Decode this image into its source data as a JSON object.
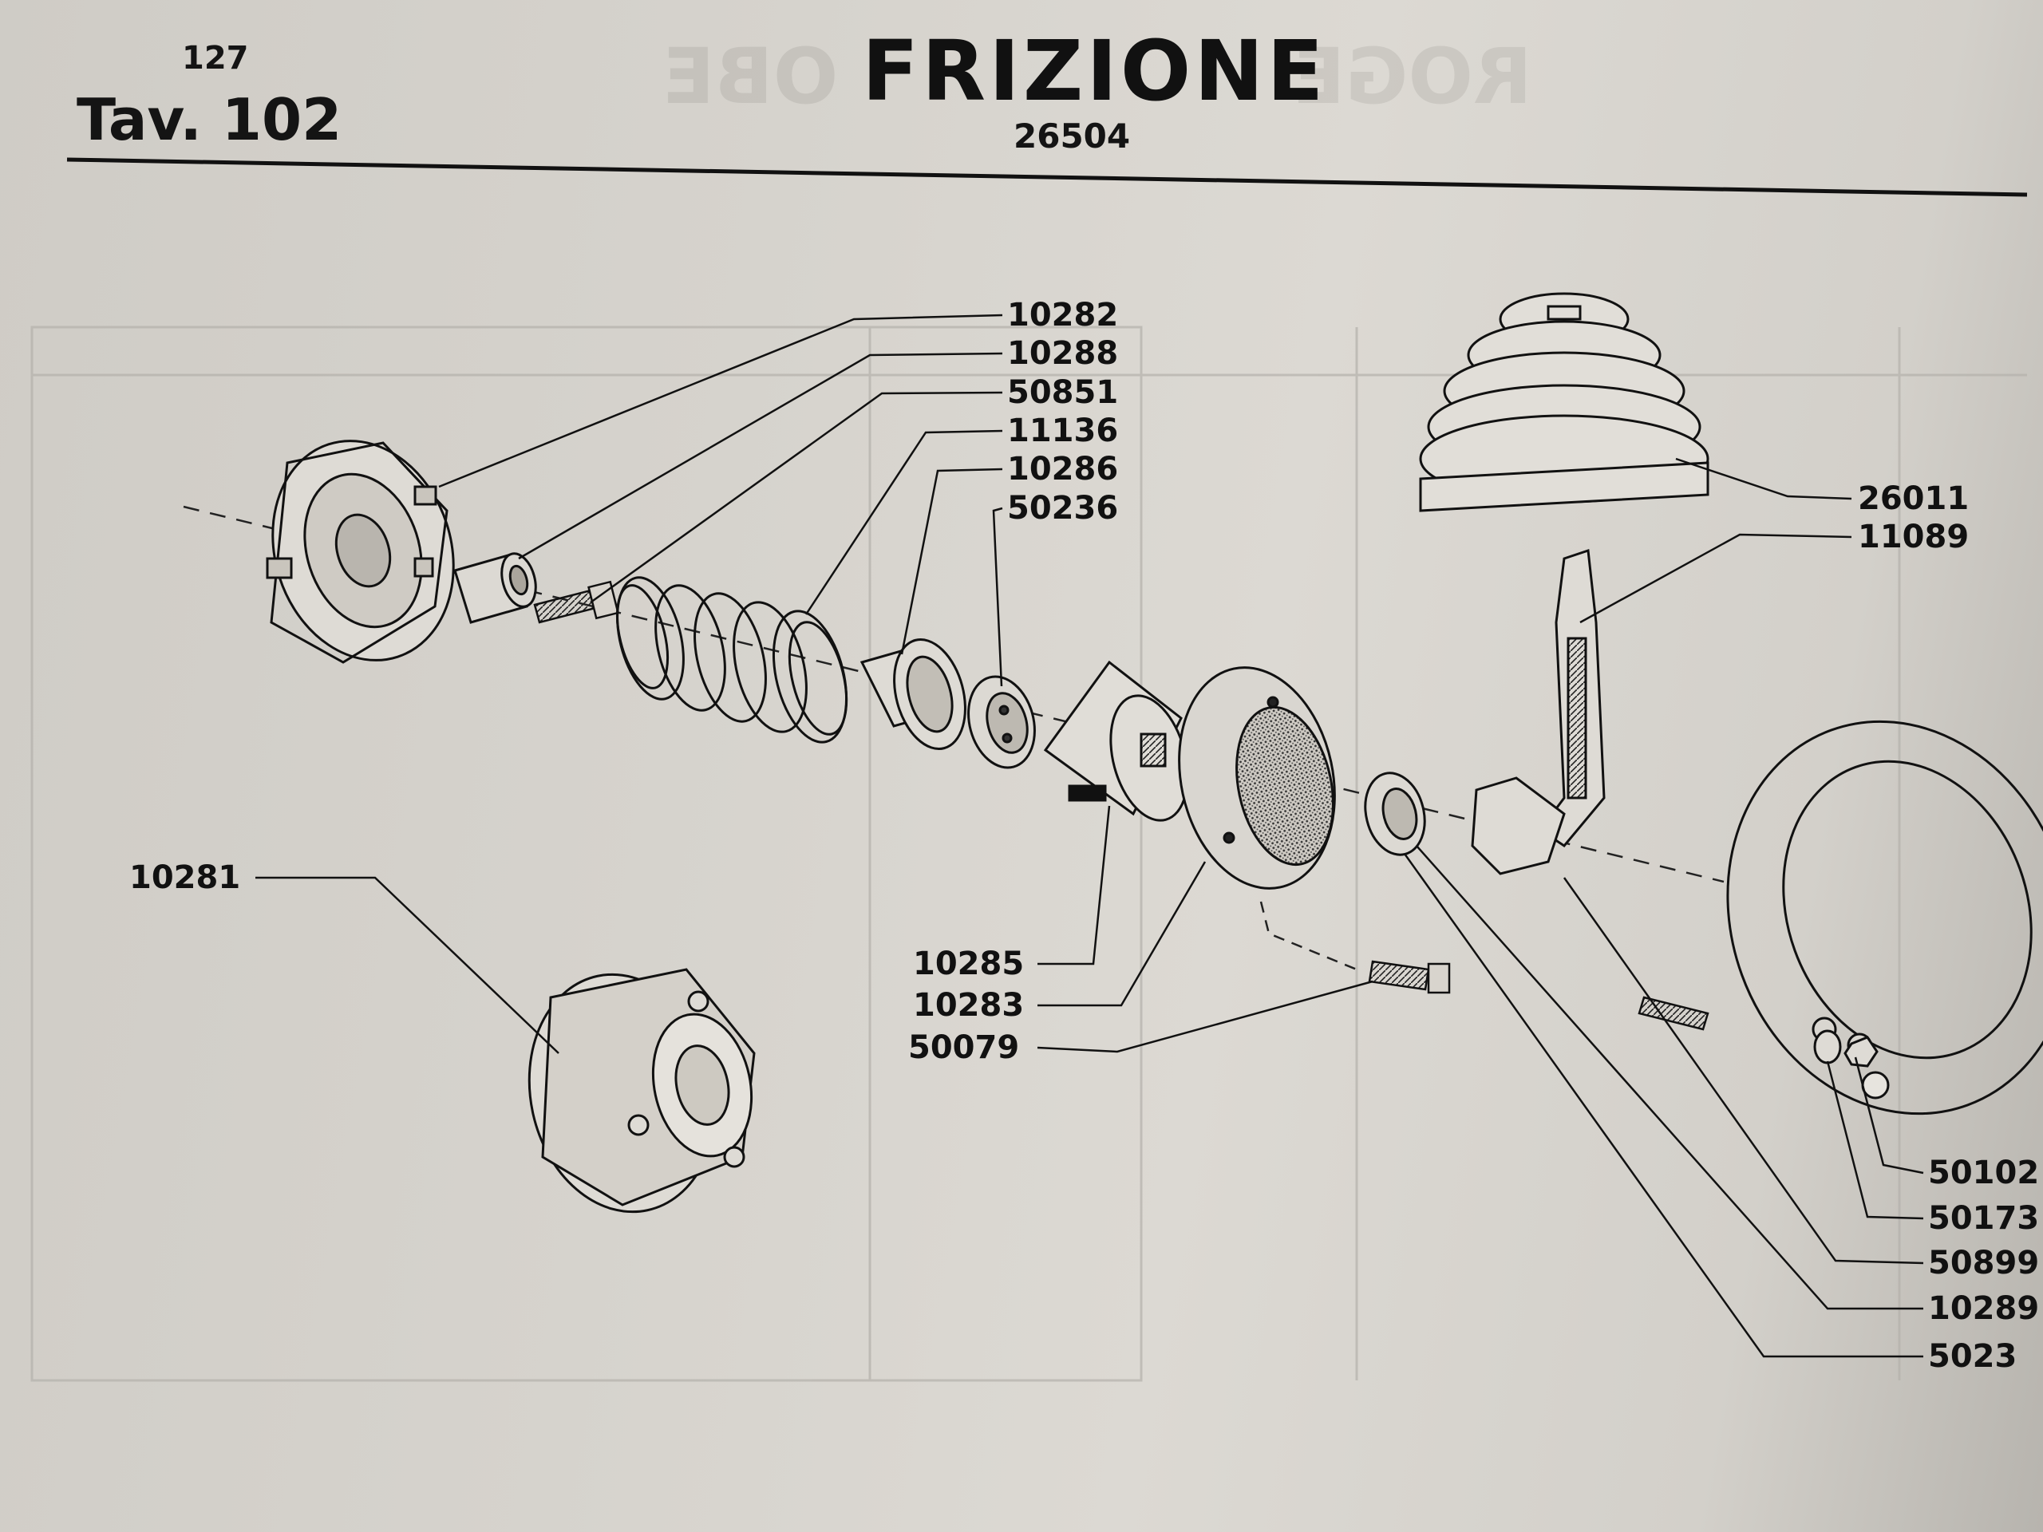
{
  "header": {
    "page_number": "127",
    "plate": "Tav. 102",
    "title": "FRIZIONE",
    "code": "26504"
  },
  "callouts": [
    {
      "id": "c-10282",
      "label": "10282"
    },
    {
      "id": "c-10288",
      "label": "10288"
    },
    {
      "id": "c-50851",
      "label": "50851"
    },
    {
      "id": "c-11136",
      "label": "11136"
    },
    {
      "id": "c-10286",
      "label": "10286"
    },
    {
      "id": "c-50236",
      "label": "50236"
    },
    {
      "id": "c-26011",
      "label": "26011"
    },
    {
      "id": "c-11089",
      "label": "11089"
    },
    {
      "id": "c-10281",
      "label": "10281"
    },
    {
      "id": "c-10285",
      "label": "10285"
    },
    {
      "id": "c-10283",
      "label": "10283"
    },
    {
      "id": "c-50079",
      "label": "50079"
    },
    {
      "id": "c-50102",
      "label": "50102"
    },
    {
      "id": "c-50173",
      "label": "50173"
    },
    {
      "id": "c-50899",
      "label": "50899"
    },
    {
      "id": "c-10289",
      "label": "10289"
    },
    {
      "id": "c-5023x",
      "label": "5023"
    }
  ],
  "colors": {
    "ink": "#111111",
    "paper": "#d6d3cd"
  }
}
